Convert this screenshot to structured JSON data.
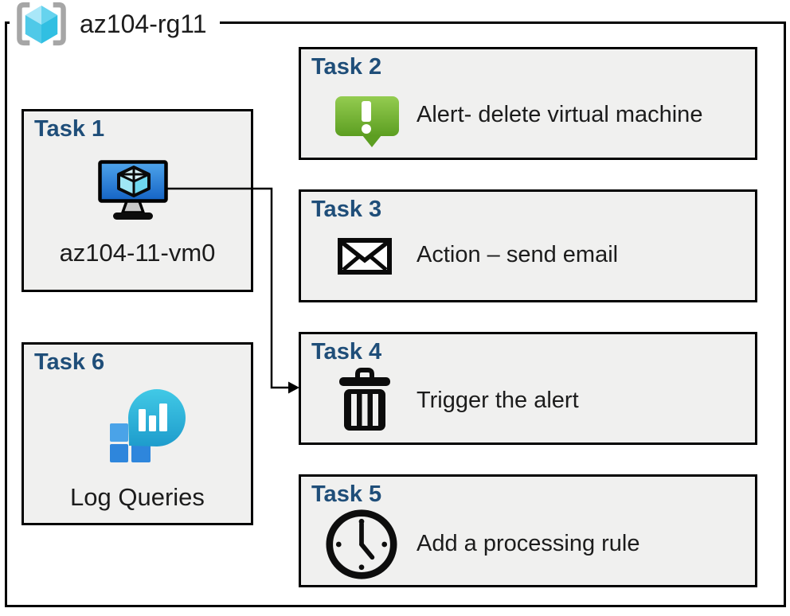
{
  "resource_group": {
    "label": "az104-rg11",
    "icon": "resource-group-icon"
  },
  "tasks": [
    {
      "title": "Task 1",
      "label": "az104-11-vm0",
      "icon": "virtual-machine-icon"
    },
    {
      "title": "Task 2",
      "label": "Alert- delete virtual machine",
      "icon": "alert-icon"
    },
    {
      "title": "Task 3",
      "label": "Action – send email",
      "icon": "email-icon"
    },
    {
      "title": "Task 4",
      "label": "Trigger the alert",
      "icon": "trash-icon"
    },
    {
      "title": "Task 5",
      "label": "Add a processing rule",
      "icon": "clock-icon"
    },
    {
      "title": "Task 6",
      "label": "Log Queries",
      "icon": "log-analytics-icon"
    }
  ],
  "connector": {
    "from": "Task 1",
    "to": "Task 4"
  },
  "colors": {
    "task_title": "#1f4e79",
    "box_fill": "#f0f0ef",
    "box_border": "#000000",
    "bracket_gray": "#a6a6a6",
    "cube_top_left": "#a9e7f8",
    "cube_top_right": "#66d3ee",
    "cube_bottom_left": "#4fc9e8",
    "cube_bottom_right": "#31bfe2",
    "vm_screen_top": "#4fa5ec",
    "vm_screen_bottom": "#1463c4",
    "alert_green_top": "#94cc50",
    "alert_green_bottom": "#5c9e21",
    "log_balloon_top": "#41c9e6",
    "log_balloon_bottom": "#1e9ccc",
    "log_square_light": "#4aa3e8",
    "log_square_dark": "#2e86dc"
  }
}
